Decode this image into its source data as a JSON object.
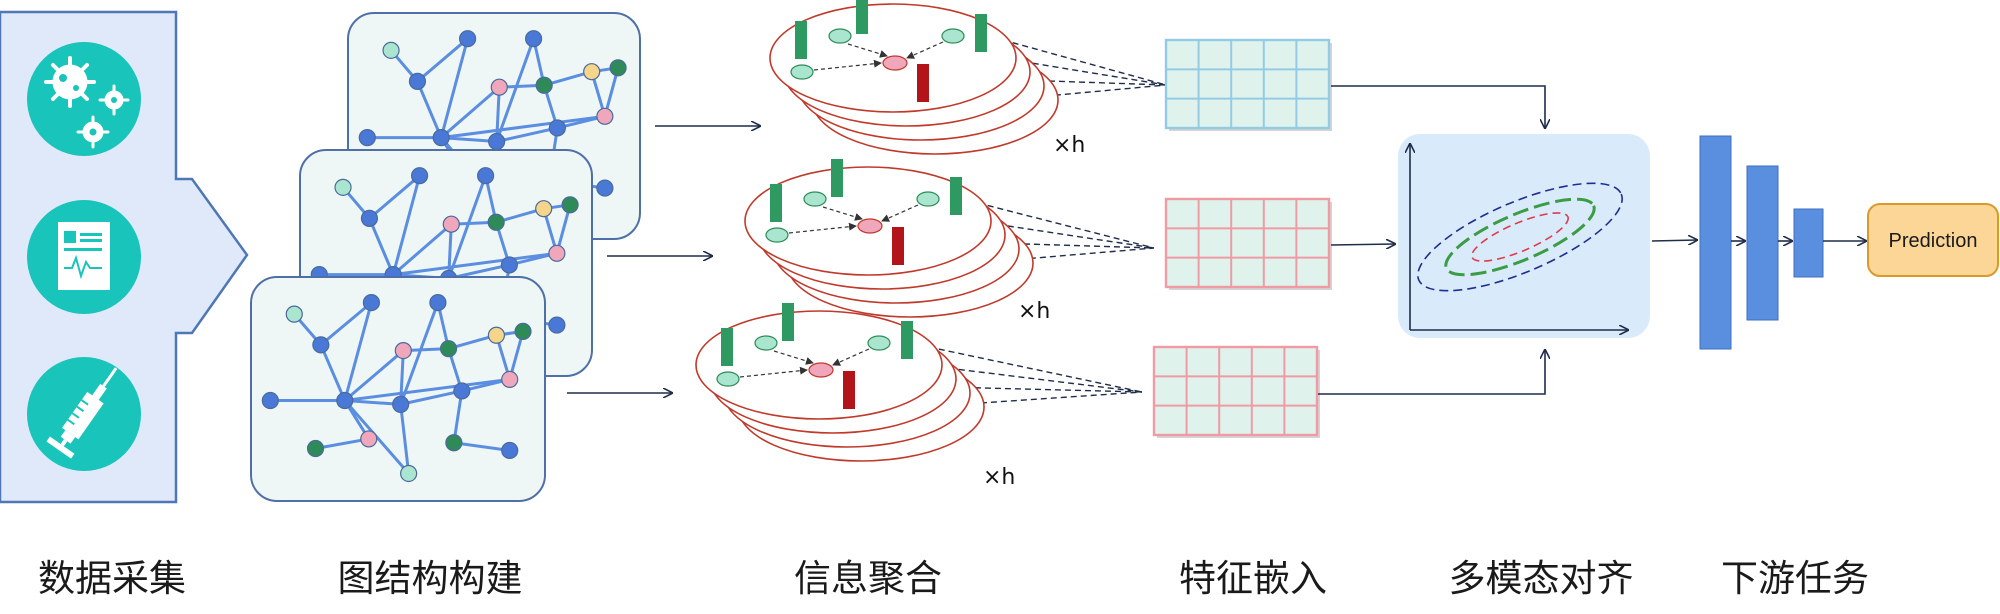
{
  "stages": [
    {
      "label": "数据采集"
    },
    {
      "label": "图结构构建"
    },
    {
      "label": "信息聚合"
    },
    {
      "label": "特征嵌入"
    },
    {
      "label": "多模态对齐"
    },
    {
      "label": "下游任务"
    }
  ],
  "heads_label": "×h",
  "prediction_label": "Prediction",
  "data_icons": [
    "bacteria-icon",
    "medical-record-icon",
    "syringe-icon"
  ],
  "colors": {
    "panel_fill": "#dfe9fa",
    "panel_stroke": "#4f77b5",
    "icon_teal": "#19c4ba",
    "graph_fill": "#eef7f6",
    "graph_stroke": "#4f6fa8",
    "edge": "#5b8ee0",
    "node_blue": "#4a78d6",
    "node_green": "#2e8b57",
    "node_pink": "#f0a6bb",
    "node_yellow": "#f5d58a",
    "node_mint": "#a9e5cf",
    "agg_stroke": "#c0392b",
    "bar_green": "#2e9a62",
    "bar_red": "#b2141a",
    "grid_blue": "#94cbe4",
    "grid_pink": "#ef9aa5",
    "grid_fill": "#dff3ec",
    "align_bg": "#d9ebfa",
    "ellipse_navy": "#1d2f8f",
    "ellipse_green": "#3b9c45",
    "ellipse_red": "#e03a4b",
    "task_bar": "#5a8fe0",
    "prediction_fill": "#fbd696",
    "prediction_stroke": "#d99a2b"
  }
}
